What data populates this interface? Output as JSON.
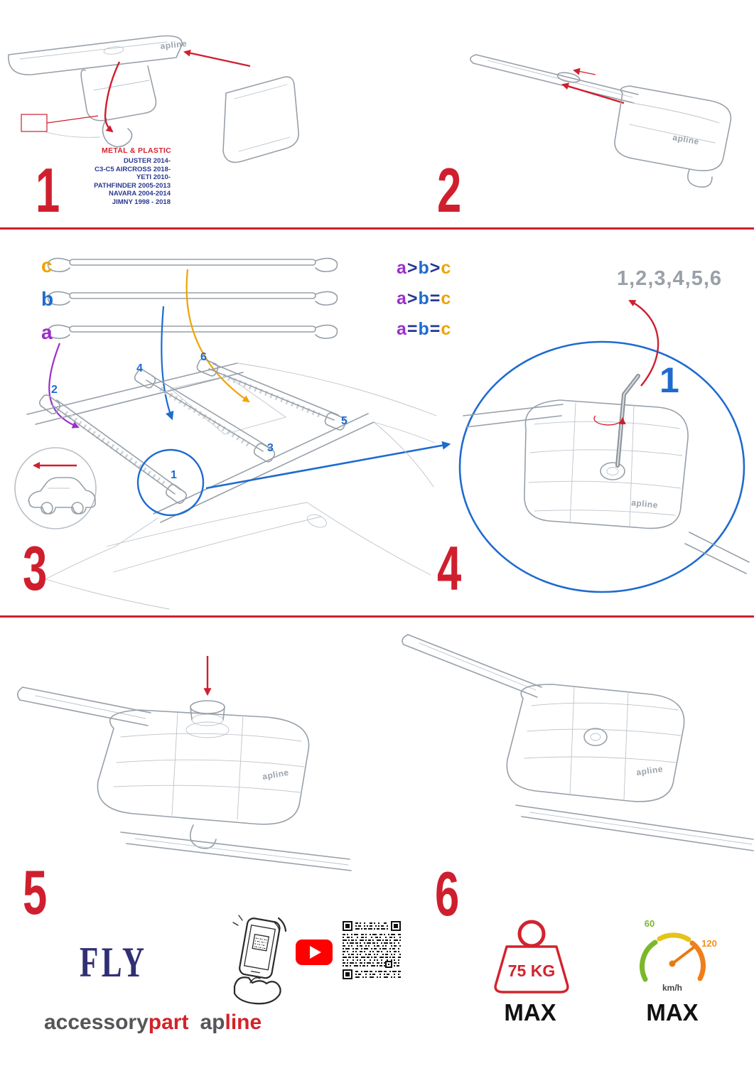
{
  "colors": {
    "accent_red": "#cf1f2e",
    "blue": "#1e6bd0",
    "purple": "#9b2fc9",
    "orange": "#f0a300",
    "navy": "#2b3990",
    "gray_sequence": "#9aa0a8",
    "youtube_red": "#ff0000"
  },
  "branding": {
    "mark": "apline"
  },
  "step1": {
    "number": "1",
    "material_label": "METAL & PLASTIC",
    "models": [
      "DUSTER 2014-",
      "C3-C5 AIRCROSS 2018-",
      "YETI 2010-",
      "PATHFINDER 2005-2013",
      "NAVARA 2004-2014",
      "JIMNY 1998 - 2018"
    ]
  },
  "step2": {
    "number": "2"
  },
  "step3": {
    "number": "3",
    "bar_labels": {
      "c": "c",
      "b": "b",
      "a": "a"
    },
    "legend": [
      {
        "l1": "a",
        "o1": ">",
        "l2": "b",
        "o2": ">",
        "l3": "c"
      },
      {
        "l1": "a",
        "o1": ">",
        "l2": "b",
        "o2": "=",
        "l3": "c"
      },
      {
        "l1": "a",
        "o1": "=",
        "l2": "b",
        "o2": "=",
        "l3": "c"
      }
    ],
    "positions": {
      "p1": "1",
      "p2": "2",
      "p3": "3",
      "p4": "4",
      "p5": "5",
      "p6": "6"
    }
  },
  "step4": {
    "number": "4",
    "sequence": "1,2,3,4,5,6",
    "highlight": "1"
  },
  "step5": {
    "number": "5"
  },
  "step6": {
    "number": "6"
  },
  "footer": {
    "product": "FLY",
    "brand_gray": "accessory",
    "brand_red": "part",
    "logo_gray": "ap",
    "logo_red": "line",
    "weight": "75 KG",
    "weight_max": "MAX",
    "speed_low": "60",
    "speed_high": "120",
    "speed_unit": "km/h",
    "speed_max": "MAX"
  }
}
